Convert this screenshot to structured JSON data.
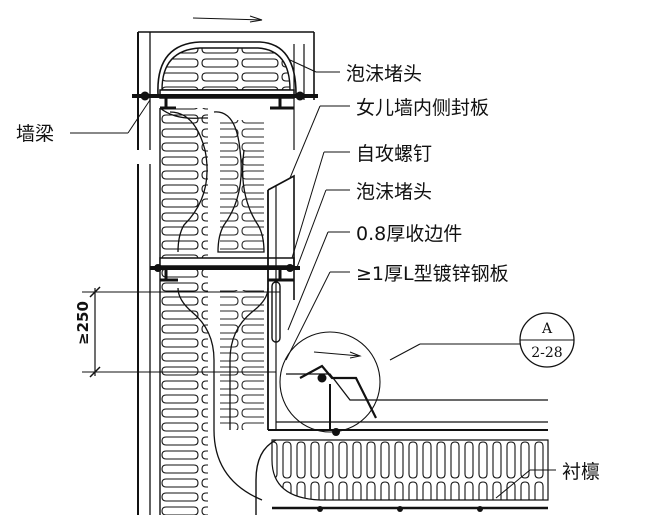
{
  "labels": {
    "wall_beam": "墙梁",
    "foam_plug_top": "泡沫堵头",
    "parapet_inner_panel": "女儿墙内侧封板",
    "self_tapping_screw": "自攻螺钉",
    "foam_plug_mid": "泡沫堵头",
    "edge_trim": "0.8厚收边件",
    "l_plate": "≥1厚L型镀锌钢板",
    "purlin_liner": "衬檩"
  },
  "dimension": {
    "value": "≥250"
  },
  "detail_ref": {
    "id": "A",
    "sheet": "2-28"
  },
  "colors": {
    "line": "#111111",
    "background": "#ffffff"
  }
}
